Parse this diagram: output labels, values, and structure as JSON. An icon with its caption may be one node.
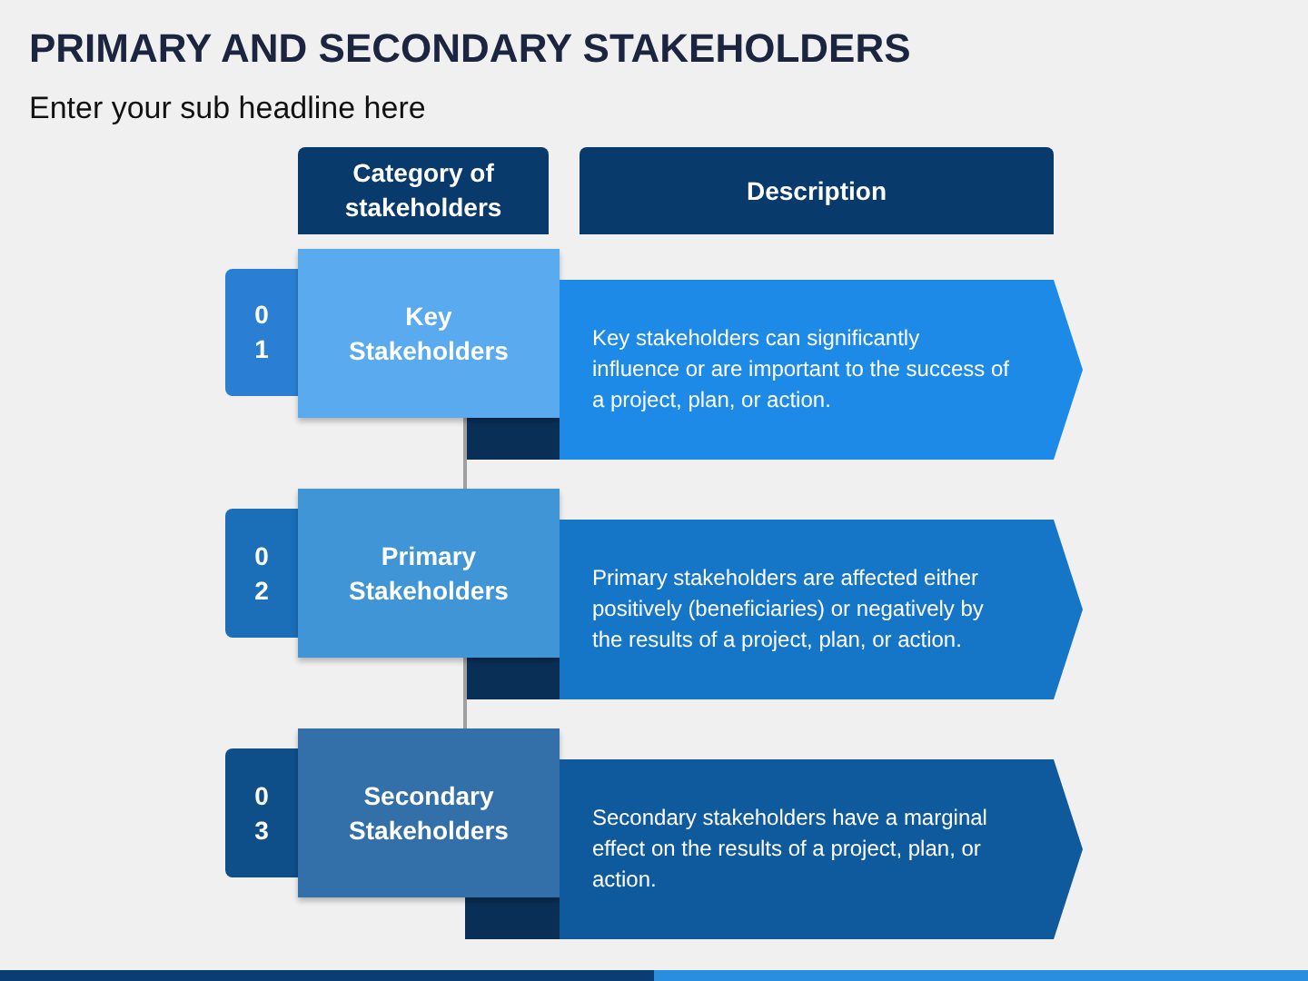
{
  "diagram": {
    "title": "PRIMARY AND SECONDARY STAKEHOLDERS",
    "nodes": [
      {
        "text": [
          "Category of stakeholders"
        ]
      },
      {
        "text": [
          "Description"
        ]
      },
      {
        "text": [
          "0 1"
        ]
      },
      {
        "text": [
          "Key Stakeholders"
        ]
      },
      {
        "text": [
          "Key stakeholders can significantly influence or are important to the success of a project, plan, or action."
        ]
      },
      {
        "text": [
          "0 2"
        ]
      },
      {
        "text": [
          "Primary Stakeholders"
        ]
      },
      {
        "text": [
          "Primary stakeholders are affected either positively (beneficiaries) or negatively by the results of a project, plan, or action."
        ]
      },
      {
        "text": [
          "0 3"
        ]
      },
      {
        "text": [
          "Secondary Stakeholders"
        ]
      },
      {
        "text": [
          "Secondary stakeholders have a marginal effect on the results of a project, plan, or action."
        ]
      }
    ],
    "edges": [
      {
        "from": 3,
        "to": 6,
        "arrow": "none"
      },
      {
        "from": 6,
        "to": 9,
        "arrow": "none"
      }
    ],
    "labels": [
      "Enter your sub headline here"
    ]
  }
}
